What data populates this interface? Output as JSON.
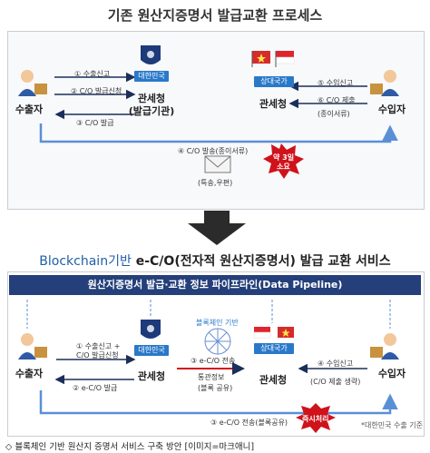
{
  "top": {
    "title": "기존 원산지증명서 발급교환 프로세스",
    "exporter": "수출자",
    "importer": "수입자",
    "customs_kr_tag": "대한민국",
    "customs_kr": "관세청",
    "customs_kr_sub": "(발급기관)",
    "customs_partner_tag": "상대국가",
    "customs_partner": "관세청",
    "steps_left": [
      "① 수출신고",
      "② C/O 발급신청",
      "③ C/O 발급"
    ],
    "steps_right": [
      "⑤ 수입신고",
      "⑥ C/O 제출",
      "(종이서류)"
    ],
    "step4": "④ C/O 발송(종이서류)",
    "step4_sub": "(특송,우편)",
    "burst": [
      "약 3일",
      "소요"
    ]
  },
  "bottom": {
    "title_blue": "Blockchain기반",
    "title_rest": " e-C/O(전자적 원산지증명서) 발급 교환 서비스",
    "pipeline": "원산지증명서 발급·교환 정보 파이프라인(Data Pipeline)",
    "exporter": "수출자",
    "importer": "수입자",
    "customs_kr_tag": "대한민국",
    "customs_kr": "관세청",
    "customs_partner_tag": "상대국가",
    "customs_partner": "관세청",
    "blockchain_label": "블록체인 기반",
    "steps_left": [
      "① 수출신고 +",
      "C/O 발급신청",
      "② e-C/O 발급"
    ],
    "center_steps": [
      "③ e-C/O 전송",
      "통관정보",
      "(블록 공유)"
    ],
    "steps_right": [
      "④ 수입신고",
      "(C/O 제출 생략)"
    ],
    "step3b": "③ e-C/O 전송(블록공유)",
    "burst": "즉시처리",
    "note": "*대한민국 수출 기준"
  },
  "caption": "◇ 블록체인 기반 원산지 증명서 서비스 구축 방안 [이미지=마크애니]",
  "colors": {
    "accent": "#1f5fa8",
    "pipeline": "#243f7a",
    "tag": "#2a79c9",
    "burst": "#d0121b"
  }
}
